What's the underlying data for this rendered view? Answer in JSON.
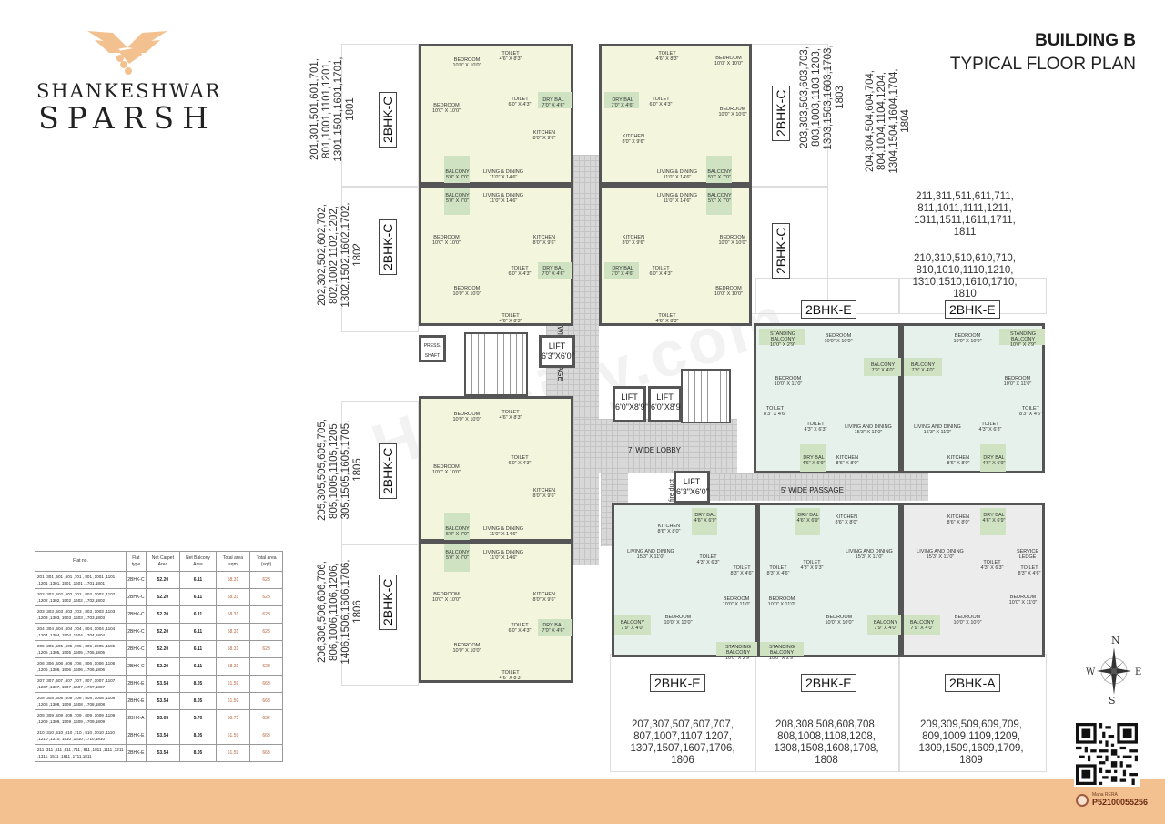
{
  "brand": {
    "name_line1": "SHANKESHWAR",
    "name_line2": "SPARSH",
    "logo_icon": "handshake-wings-icon",
    "accent_color": "#f3c18f"
  },
  "header": {
    "building": "BUILDING B",
    "subtitle": "TYPICAL FLOOR PLAN"
  },
  "units": [
    {
      "type": "2BHK-C",
      "flats": "201,301,501,601,701,\n801,1001,1101,1201,\n1301,1501,1601,1701,\n1801"
    },
    {
      "type": "2BHK-C",
      "flats": "202,302,502,602,702,\n802,1002,1102,1202,\n1302,1502,1602,1702,\n1802"
    },
    {
      "type": "2BHK-C",
      "flats": "203,303,503,603,703,\n803,1003,1103,1203,\n1303,1503,1603,1703,\n1803"
    },
    {
      "type": "2BHK-C",
      "flats": "204,304,504,604,704,\n804,1004,1104,1204,\n1304,1504,1604,1704,\n1804"
    },
    {
      "type": "2BHK-C",
      "flats": "205,305,505,605,705,\n805,1005,1105,1205,\n305,1505,1605,1705,\n1805"
    },
    {
      "type": "2BHK-C",
      "flats": "206,306,506,606,706,\n806,1006,1106,1206,\n1406,1506,1606,1706,\n1806"
    },
    {
      "type": "2BHK-E",
      "flats": "207,307,507,607,707,\n807,1007,1107,1207,\n1307,1507,1607,1706,\n1806"
    },
    {
      "type": "2BHK-E",
      "flats": "208,308,508,608,708,\n808,1008,1108,1208,\n1308,1508,1608,1708,\n1808"
    },
    {
      "type": "2BHK-A",
      "flats": "209,309,509,609,709,\n809,1009,1109,1209,\n1309,1509,1609,1709,\n1809"
    },
    {
      "type": "2BHK-E",
      "flats": "210,310,510,610,710,\n810,1010,1110,1210,\n1310,1510,1610,1710,\n1810"
    },
    {
      "type": "2BHK-E",
      "flats": "211,311,511,611,711,\n811,1011,1111,1211,\n1311,1511,1611,1711,\n1811"
    }
  ],
  "rooms": {
    "c": {
      "bedroom1": "BEDROOM\n10'0\" X 10'0\"",
      "bedroom2": "BEDROOM\n10'0\" X 10'0\"",
      "toilet1": "TOILET\n4'6\" X 8'3\"",
      "toilet2": "TOILET\n6'0\" X 4'3\"",
      "dry_bal": "DRY BAL\n7'0\" X 4'6\"",
      "kitchen": "KITCHEN\n8'0\" X 9'6\"",
      "living": "LIVING & DINING\n11'0\" X 14'6\"",
      "balcony": "BALCONY\n5'0\" X 7'0\"",
      "service_ledge": "SERVICE LEDGE"
    },
    "e": {
      "standing_balcony": "STANDING BALCONY\n10'0\" X 2'9\"",
      "bedroom1": "BEDROOM\n10'0\" X 10'0\"",
      "bedroom2": "BEDROOM\n10'0\" X 11'0\"",
      "balcony": "BALCONY\n7'9\" X 4'0\"",
      "toilet1": "TOILET\n8'3\" X 4'6\"",
      "toilet2": "TOILET\n4'3\" X 6'3\"",
      "living": "LIVING AND DINING\n15'3\" X 11'0\"",
      "kitchen": "KITCHEN\n8'6\" X 8'0\"",
      "dry_bal": "DRY BAL\n4'6\" X 6'9\"",
      "service_ledge": "SERVICE LEDGE"
    }
  },
  "core": {
    "lift_a": "LIFT\n6'3\"X6'0\"",
    "lift_b": "LIFT\n6'0\"X8'9\"",
    "lift_c": "LIFT\n6'0\"X8'9\"",
    "lift_d": "LIFT\n6'3\"X6'0\"",
    "press_shaft": "PRESS.\nSHAFT",
    "fire_duct": "fire duct",
    "lobby": "7' WIDE LOBBY",
    "passage_h": "5' WIDE PASSAGE",
    "passage_v": "5' WIDE PASSAGE"
  },
  "table": {
    "headers": [
      "Flat no.",
      "Flat type",
      "Net Carpet Area",
      "Net Balcony Area",
      "Total area (sqm)",
      "Total area (sqft)"
    ],
    "rows": [
      [
        "201 ,301 ,501 ,601 ,701 , 801 ,1001 ,1101 ,1201 ,1301, 1501 ,1601 ,1701,1801",
        "2BHK-C",
        "52.20",
        "6.11",
        "58.31",
        "628"
      ],
      [
        "202 ,302 ,502 ,602 ,702 , 802 ,1002 ,1102 ,1202 ,1302, 1502 ,1602 ,1702,1802",
        "2BHK-C",
        "52.20",
        "6.11",
        "58.31",
        "628"
      ],
      [
        "203 ,303 ,503 ,603 ,703 , 803 ,1003 ,1103 ,1203 ,1303, 1503 ,1603 ,1703,1803",
        "2BHK-C",
        "52.20",
        "6.11",
        "58.31",
        "628"
      ],
      [
        "204 ,304 ,504 ,604 ,704 , 804 ,1004 ,1104 ,1204 ,1304, 1504 ,1604 ,1704,1804",
        "2BHK-C",
        "52.20",
        "6.11",
        "58.31",
        "628"
      ],
      [
        "205 ,305 ,505 ,605 ,705 , 805 ,1005 ,1105 ,1205 ,1305, 1505 ,1605 ,1705,1805",
        "2BHK-C",
        "52.20",
        "6.11",
        "58.31",
        "628"
      ],
      [
        "206 ,306 ,506 ,606 ,706 , 806 ,1006 ,1106 ,1206 ,1306, 1506 ,1606 ,1706,1806",
        "2BHK-C",
        "52.20",
        "6.11",
        "58.31",
        "628"
      ],
      [
        "207 ,307 ,507 ,607 ,707 , 807 ,1007 ,1107 ,1207 ,1307, 1507 ,1607 ,1707,1807",
        "2BHK-E",
        "53.54",
        "8.05",
        "61.59",
        "663"
      ],
      [
        "208 ,308 ,508 ,608 ,708 , 808 ,1008 ,1108 ,1208 ,1308, 1508 ,1608 ,1708,1808",
        "2BHK-E",
        "53.54",
        "8.05",
        "61.59",
        "663"
      ],
      [
        "209 ,309 ,509 ,609 ,709 , 809 ,1009 ,1109 ,1209 ,1309, 1509 ,1609 ,1709,1809",
        "2BHK-A",
        "53.05",
        "5.70",
        "58.75",
        "632"
      ],
      [
        "210 ,310 ,510 ,610 ,710 , 810 ,1010 ,1110 ,1210 ,1310, 1510 ,1610 ,1710,1810",
        "2BHK-E",
        "53.54",
        "8.05",
        "61.59",
        "663"
      ],
      [
        "211 ,311 ,511 ,611 ,711 , 811 ,1011 ,1111 ,1211 ,1311, 1511 ,1611 ,1711,1811",
        "2BHK-E",
        "53.54",
        "8.05",
        "61.59",
        "663"
      ]
    ]
  },
  "compass": {
    "n": "N",
    "s": "S",
    "e": "E",
    "w": "W"
  },
  "rera": {
    "label": "Maha RERA",
    "number": "P52100055256"
  },
  "watermark": "Housiey.com"
}
